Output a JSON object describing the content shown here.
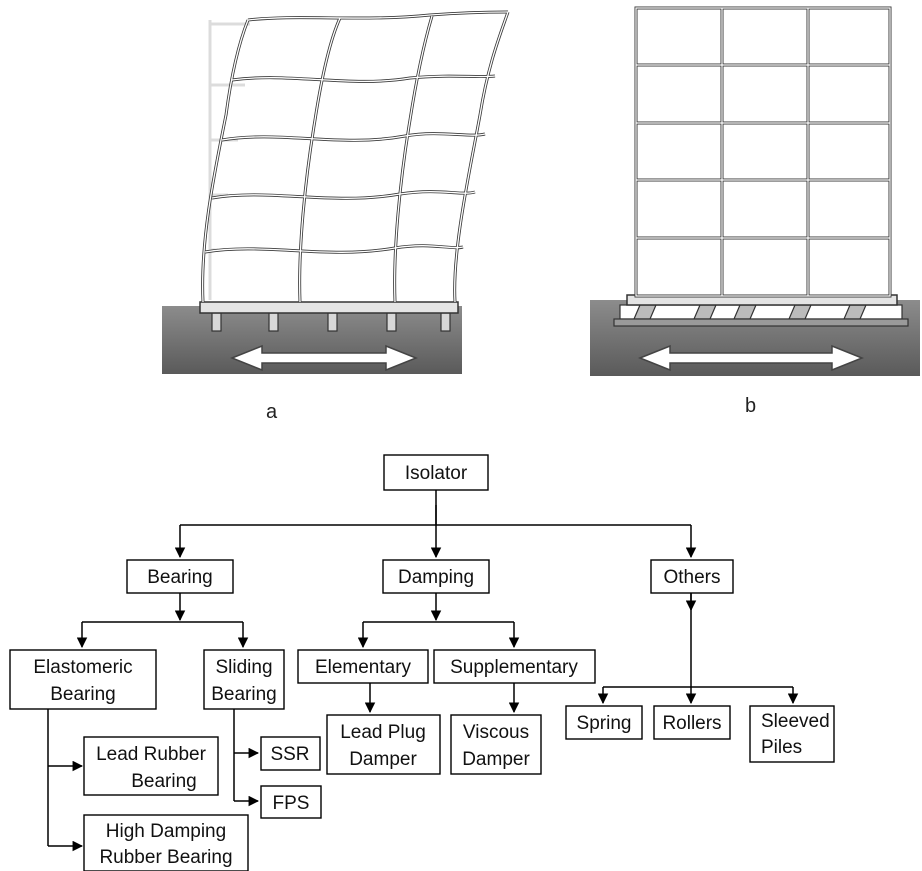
{
  "figure": {
    "panel_a_label": "a",
    "panel_b_label": "b"
  },
  "tree": {
    "root": "Isolator",
    "bearing": "Bearing",
    "damping": "Damping",
    "others": "Others",
    "elastomeric": [
      "Elastomeric",
      "Bearing"
    ],
    "sliding": [
      "Sliding",
      "Bearing"
    ],
    "elementary": "Elementary",
    "supplementary": "Supplementary",
    "lead_rubber": [
      "Lead Rubber",
      "Bearing"
    ],
    "high_damping": [
      "High Damping",
      "Rubber Bearing"
    ],
    "ssr": "SSR",
    "fps": "FPS",
    "lead_plug": [
      "Lead Plug",
      "Damper"
    ],
    "viscous": [
      "Viscous",
      "Damper"
    ],
    "spring": "Spring",
    "rollers": "Rollers",
    "sleeved": [
      "Sleeved",
      "Piles"
    ]
  },
  "colors": {
    "ground_top": "#8c8c8c",
    "ground_bottom": "#5e5e5e",
    "frame": "#3a3a3a",
    "ghost_frame": "#dcdcdc"
  }
}
